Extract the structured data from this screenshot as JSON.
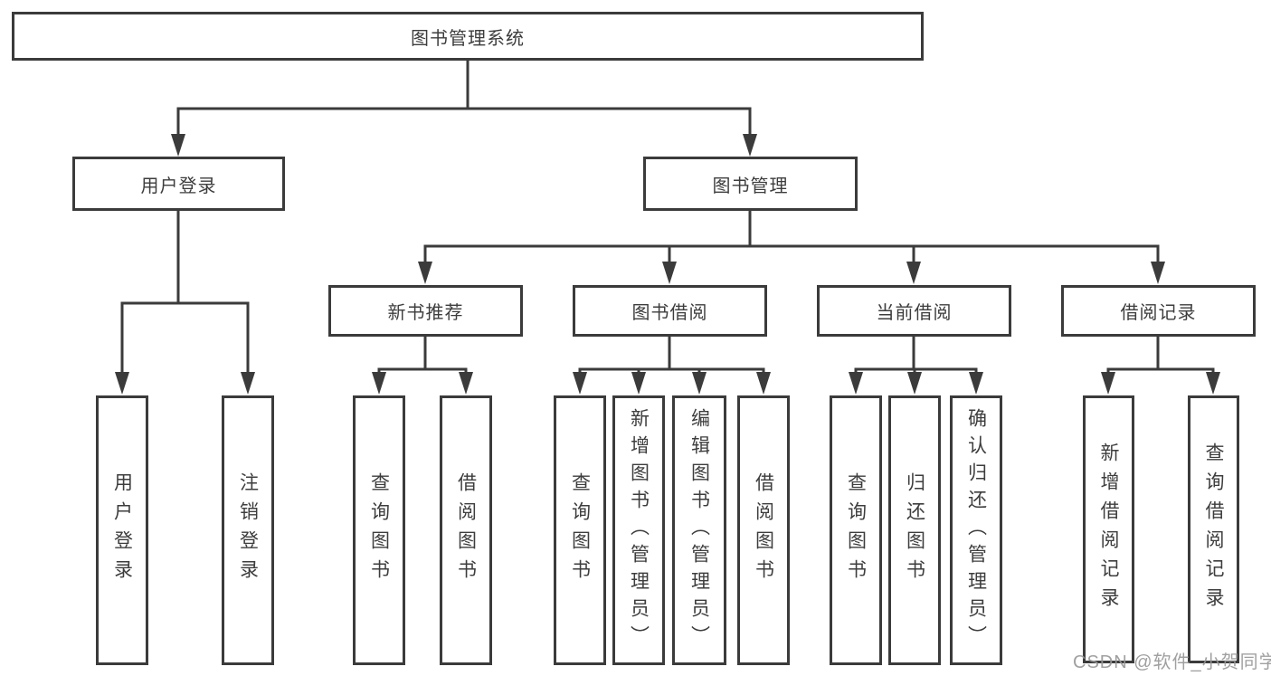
{
  "diagram": {
    "type": "hierarchy-tree",
    "colors": {
      "line": "#3b3b3b",
      "box_border": "#3b3b3b",
      "box_fill": "#ffffff",
      "text": "#3d3d3d",
      "watermark": "#989898"
    },
    "root": {
      "label": "图书管理系统"
    },
    "level2": [
      {
        "label": "用户登录"
      },
      {
        "label": "图书管理"
      }
    ],
    "level3": [
      {
        "label": "新书推荐",
        "parent": "图书管理"
      },
      {
        "label": "图书借阅",
        "parent": "图书管理"
      },
      {
        "label": "当前借阅",
        "parent": "图书管理"
      },
      {
        "label": "借阅记录",
        "parent": "图书管理"
      }
    ],
    "leaves": [
      {
        "label": "用户登录",
        "parent": "用户登录"
      },
      {
        "label": "注销登录",
        "parent": "用户登录"
      },
      {
        "label": "查询图书",
        "parent": "新书推荐"
      },
      {
        "label": "借阅图书",
        "parent": "新书推荐"
      },
      {
        "label": "查询图书",
        "parent": "图书借阅"
      },
      {
        "label": "新增图书（管理员）",
        "parent": "图书借阅"
      },
      {
        "label": "编辑图书（管理员）",
        "parent": "图书借阅"
      },
      {
        "label": "借阅图书",
        "parent": "图书借阅"
      },
      {
        "label": "查询图书",
        "parent": "当前借阅"
      },
      {
        "label": "归还图书",
        "parent": "当前借阅"
      },
      {
        "label": "确认归还（管理员）",
        "parent": "当前借阅"
      },
      {
        "label": "新增借阅记录",
        "parent": "借阅记录"
      },
      {
        "label": "查询借阅记录",
        "parent": "借阅记录"
      }
    ],
    "watermark": "CSDN @软件_小贺同学"
  }
}
